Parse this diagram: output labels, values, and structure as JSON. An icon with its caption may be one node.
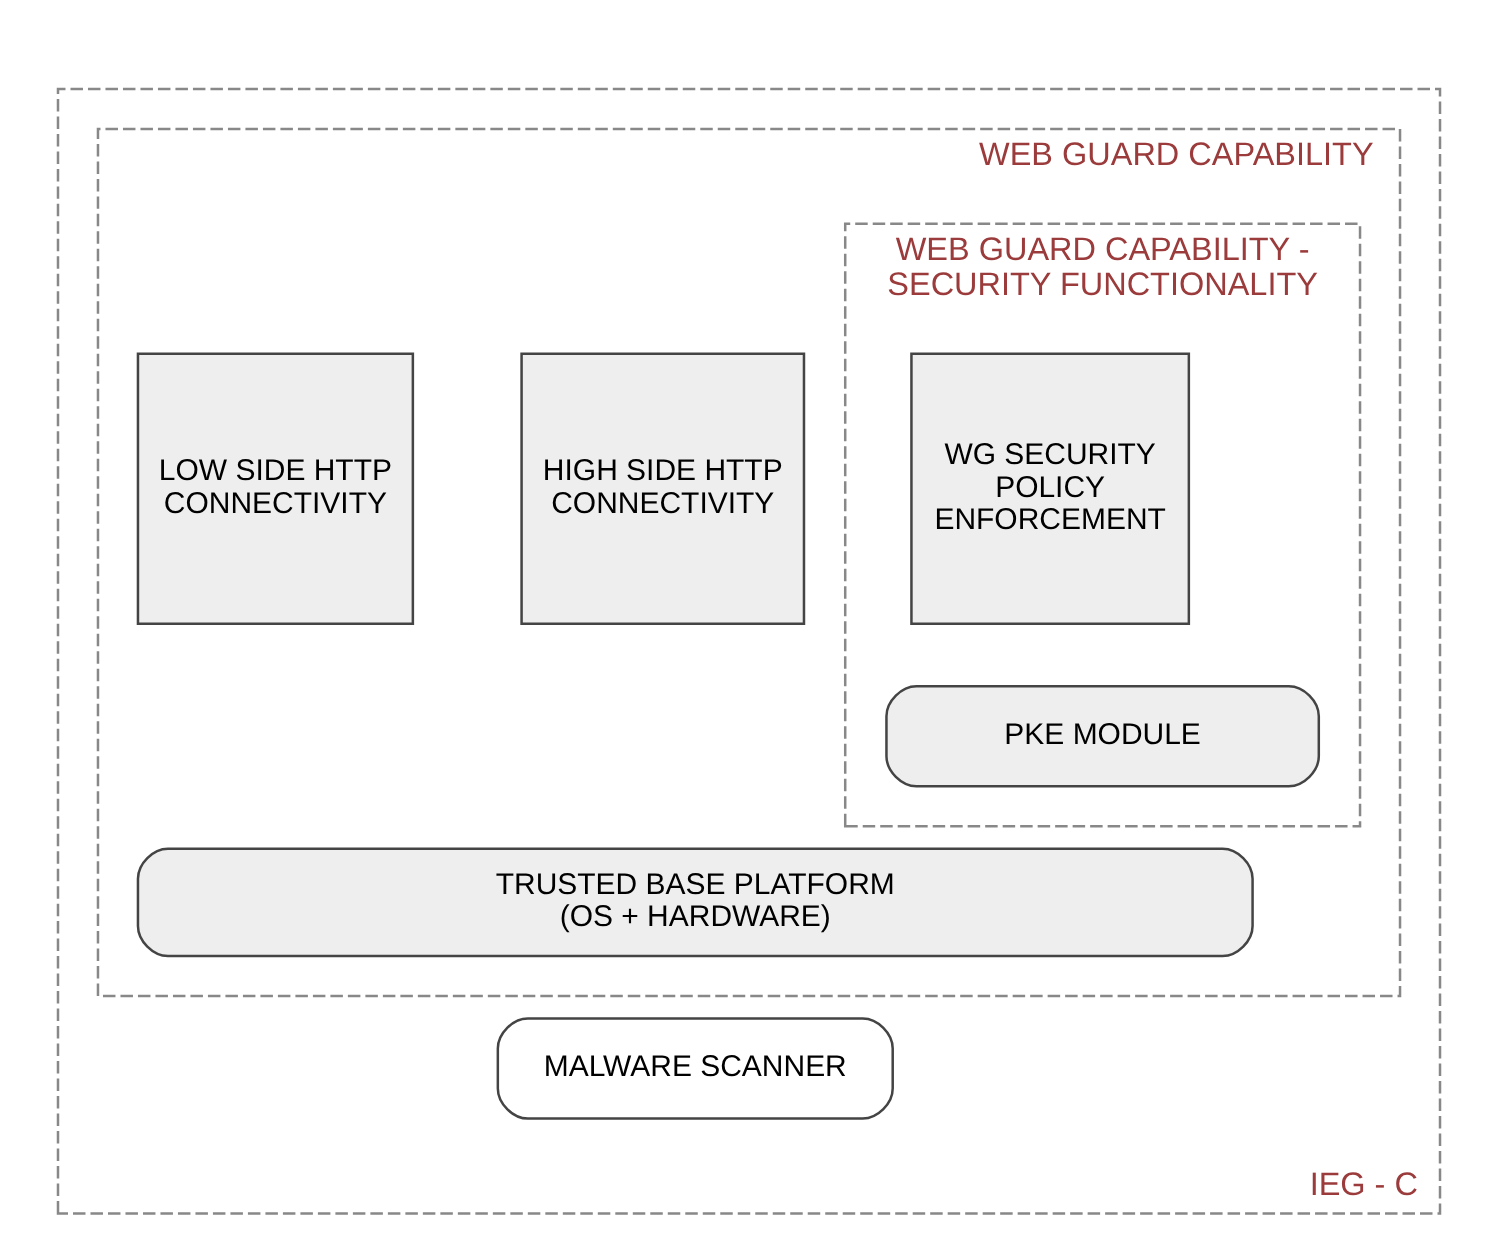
{
  "diagram": {
    "nodes": [
      {
        "text": [
          "IEG - C"
        ]
      },
      {
        "text": [
          "WEB GUARD CAPABILITY"
        ],
        "in": 0
      },
      {
        "text": [
          "WEB GUARD CAPABILITY - SECURITY FUNCTIONALITY"
        ],
        "in": 1
      },
      {
        "text": [
          "HIGH SIDE HTTP CONNECTIVITY"
        ],
        "in": 1
      },
      {
        "text": [
          "WG SECURITY POLICY ENFORCEMENT"
        ],
        "in": 2
      },
      {
        "text": [
          "LOW SIDE HTTP CONNECTIVITY"
        ],
        "in": 1
      },
      {
        "text": [
          "PKE MODULE"
        ],
        "in": 2
      },
      {
        "text": [
          "TRUSTED BASE PLATFORM (OS + HARDWARE)"
        ],
        "in": 1
      },
      {
        "text": [
          "MALWARE SCANNER"
        ],
        "in": 0
      }
    ],
    "edges": []
  }
}
